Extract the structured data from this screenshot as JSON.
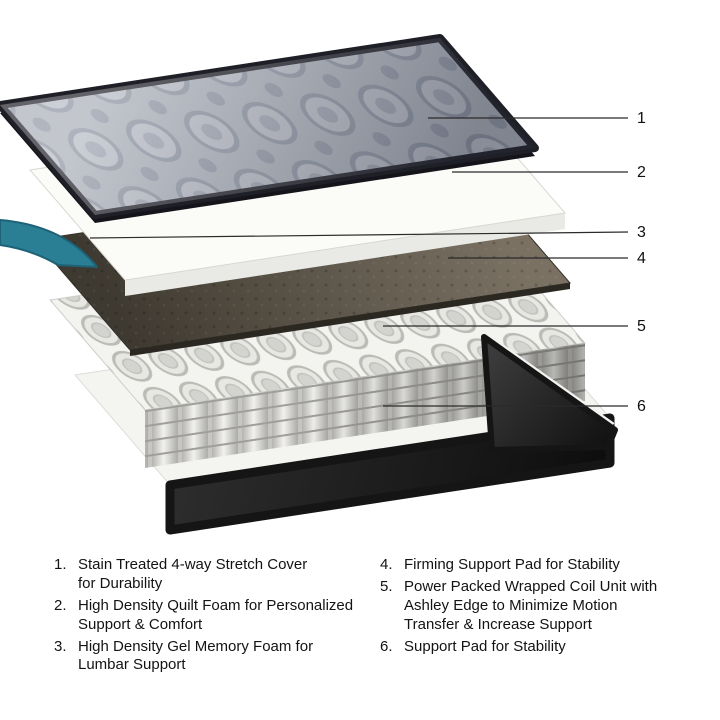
{
  "figure": {
    "callouts": [
      {
        "label": "1"
      },
      {
        "label": "2"
      },
      {
        "label": "3"
      },
      {
        "label": "4"
      },
      {
        "label": "5"
      },
      {
        "label": "6"
      }
    ]
  },
  "legend": {
    "items": [
      {
        "num": "1.",
        "text": "Stain Treated 4-way Stretch Cover\nfor Durability"
      },
      {
        "num": "2.",
        "text": "High Density Quilt Foam for Personalized\nSupport & Comfort"
      },
      {
        "num": "3.",
        "text": "High Density Gel Memory Foam for\nLumbar Support"
      },
      {
        "num": "4.",
        "text": "Firming Support Pad for Stability"
      },
      {
        "num": "5.",
        "text": "Power Packed Wrapped Coil Unit with\nAshley Edge to Minimize Motion\nTransfer & Increase Support"
      },
      {
        "num": "6.",
        "text": "Support Pad for Stability"
      }
    ]
  },
  "colors": {
    "gel_foam": "#2b7f95",
    "quilt_fabric": "#a9aeb8",
    "support_pad": "#5d564a",
    "coil_fabric": "#eFefec",
    "base_dark": "#1b1b1b"
  }
}
